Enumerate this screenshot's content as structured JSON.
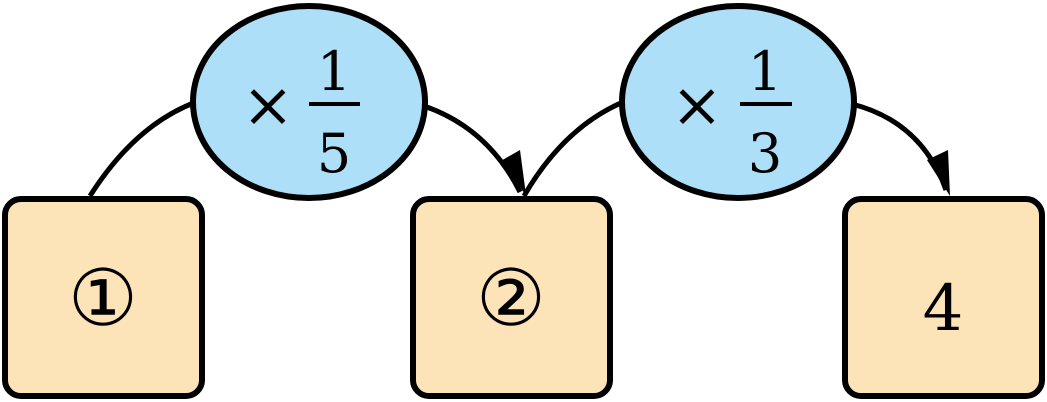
{
  "colors": {
    "box_fill": "#fde4b8",
    "operator_fill": "#ade0f8",
    "stroke": "#000000"
  },
  "boxes": [
    {
      "label": "①"
    },
    {
      "label": "②"
    },
    {
      "label": "4"
    }
  ],
  "operators": [
    {
      "symbol": "×",
      "numerator": "1",
      "denominator": "5"
    },
    {
      "symbol": "×",
      "numerator": "1",
      "denominator": "3"
    }
  ]
}
